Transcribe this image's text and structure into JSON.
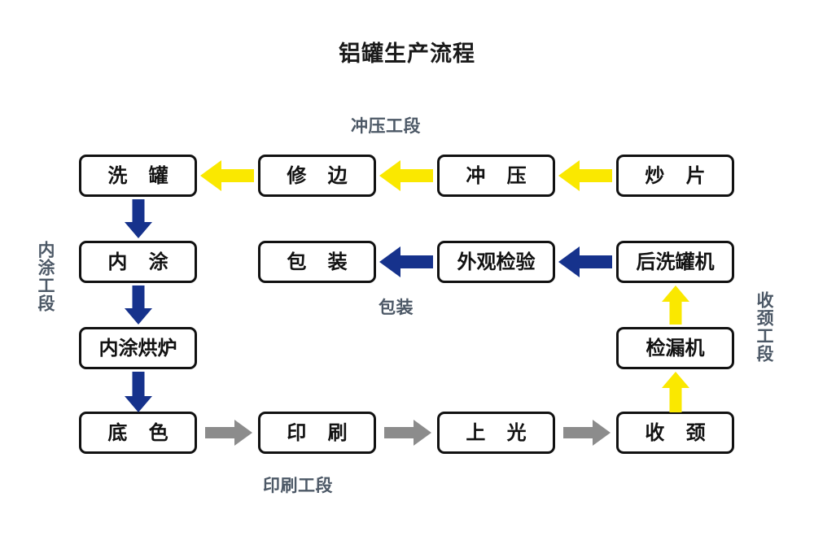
{
  "diagram": {
    "title": "铝罐生产流程",
    "colors": {
      "yellow_arrow": "#FAE800",
      "blue_arrow": "#16328C",
      "gray_arrow": "#8C8C8C",
      "box_border": "#111111",
      "box_fill": "#FFFFFF",
      "label_text": "#4C5866",
      "title_text": "#1A1A1A"
    },
    "nodes": [
      {
        "id": "chaopian",
        "label": "炒 片",
        "row": 1,
        "col": 4
      },
      {
        "id": "chongya",
        "label": "冲 压",
        "row": 1,
        "col": 3
      },
      {
        "id": "xiubian",
        "label": "修 边",
        "row": 1,
        "col": 2
      },
      {
        "id": "xiguan",
        "label": "洗 罐",
        "row": 1,
        "col": 1
      },
      {
        "id": "houxiguanji",
        "label": "后洗罐机",
        "row": 2,
        "col": 4
      },
      {
        "id": "waiguanjianyan",
        "label": "外观检验",
        "row": 2,
        "col": 3
      },
      {
        "id": "baozhuang",
        "label": "包 装",
        "row": 2,
        "col": 2
      },
      {
        "id": "neitu",
        "label": "内 涂",
        "row": 2,
        "col": 1
      },
      {
        "id": "jianlouji",
        "label": "检漏机",
        "row": 3,
        "col": 4
      },
      {
        "id": "neituhonglu",
        "label": "内涂烘炉",
        "row": 3,
        "col": 1
      },
      {
        "id": "shoujing",
        "label": "收 颈",
        "row": 4,
        "col": 4
      },
      {
        "id": "shangguang",
        "label": "上 光",
        "row": 4,
        "col": 3
      },
      {
        "id": "yinshua",
        "label": "印 刷",
        "row": 4,
        "col": 2
      },
      {
        "id": "dise",
        "label": "底 色",
        "row": 4,
        "col": 1
      }
    ],
    "section_labels": [
      {
        "id": "chongya-gongduan",
        "text": "冲压工段",
        "orientation": "horizontal"
      },
      {
        "id": "baozhuang-gongduan",
        "text": "包装",
        "orientation": "horizontal"
      },
      {
        "id": "yinshua-gongduan",
        "text": "印刷工段",
        "orientation": "horizontal"
      },
      {
        "id": "neitu-gongduan",
        "text": "内涂工段",
        "orientation": "vertical"
      },
      {
        "id": "shoujing-gongduan",
        "text": "收颈工段",
        "orientation": "vertical"
      }
    ],
    "edges": [
      {
        "from": "chaopian",
        "to": "chongya",
        "color": "yellow",
        "direction": "left"
      },
      {
        "from": "chongya",
        "to": "xiubian",
        "color": "yellow",
        "direction": "left"
      },
      {
        "from": "xiubian",
        "to": "xiguan",
        "color": "yellow",
        "direction": "left"
      },
      {
        "from": "xiguan",
        "to": "neitu",
        "color": "blue",
        "direction": "down"
      },
      {
        "from": "neitu",
        "to": "neituhonglu",
        "color": "blue",
        "direction": "down"
      },
      {
        "from": "neituhonglu",
        "to": "dise",
        "color": "blue",
        "direction": "down"
      },
      {
        "from": "dise",
        "to": "yinshua",
        "color": "gray",
        "direction": "right"
      },
      {
        "from": "yinshua",
        "to": "shangguang",
        "color": "gray",
        "direction": "right"
      },
      {
        "from": "shangguang",
        "to": "shoujing",
        "color": "gray",
        "direction": "right"
      },
      {
        "from": "shoujing",
        "to": "jianlouji",
        "color": "yellow",
        "direction": "up"
      },
      {
        "from": "jianlouji",
        "to": "houxiguanji",
        "color": "yellow",
        "direction": "up"
      },
      {
        "from": "houxiguanji",
        "to": "waiguanjianyan",
        "color": "blue",
        "direction": "left"
      },
      {
        "from": "waiguanjianyan",
        "to": "baozhuang",
        "color": "blue",
        "direction": "left"
      }
    ]
  }
}
